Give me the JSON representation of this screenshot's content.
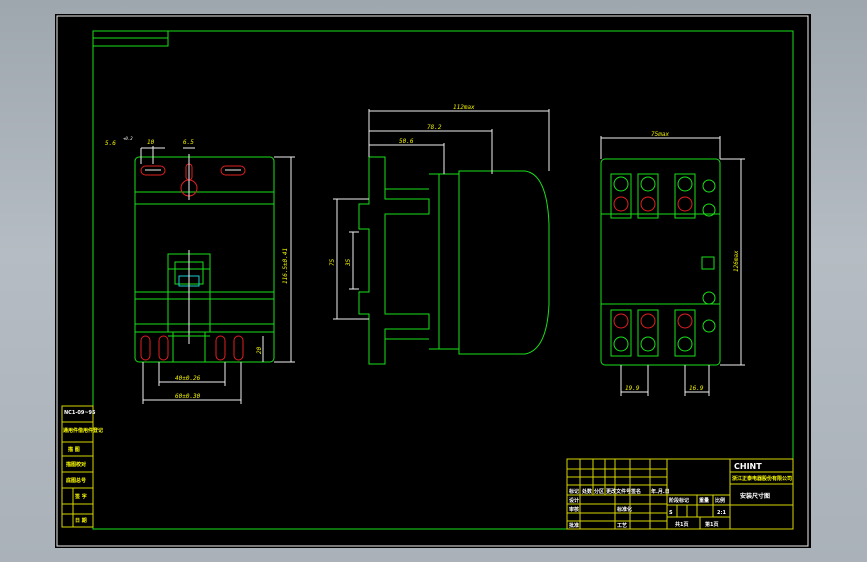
{
  "view_a": {
    "dim_slot_w": "5.6",
    "dim_slot_tol": "+0.2",
    "dim_top_a": "10",
    "dim_top_b": "6.5",
    "dim_height": "116.5±0.41",
    "dim_bottom_gap": "20",
    "dim_width_inner": "40±0.26",
    "dim_width_outer": "60±0.30"
  },
  "view_b": {
    "dim_overall": "112max",
    "dim_mid": "78.2",
    "dim_short": "50.6",
    "dim_rail_outer": "75",
    "dim_rail_inner": "35"
  },
  "view_c": {
    "dim_width": "75max",
    "dim_height": "126max",
    "dim_pitch": "19.9",
    "dim_edge": "16.9"
  },
  "side_table": {
    "rows": [
      "NC1-09~95",
      "通用件借用件登记",
      "描  图",
      "描图校对",
      "底图总号",
      "签  字",
      "日  期"
    ]
  },
  "title_block": {
    "brand": "CHINT",
    "company": "浙江正泰电器股份有限公司",
    "drawing_title": "安装尺寸图",
    "scale": "2:1",
    "stage": "S",
    "sheet_total": "共1页",
    "sheet_no": "第1页",
    "label_mark": "标记",
    "label_count": "处数",
    "label_zone": "分区",
    "label_change": "更改文件号",
    "label_sign": "签名",
    "label_date": "年.月.日",
    "label_stage_mark": "阶段标记",
    "label_weight": "重量",
    "label_scale": "比例",
    "label_design": "设计",
    "label_check": "审核",
    "label_standard": "标准化",
    "label_craft": "工艺",
    "label_approve": "批准"
  }
}
